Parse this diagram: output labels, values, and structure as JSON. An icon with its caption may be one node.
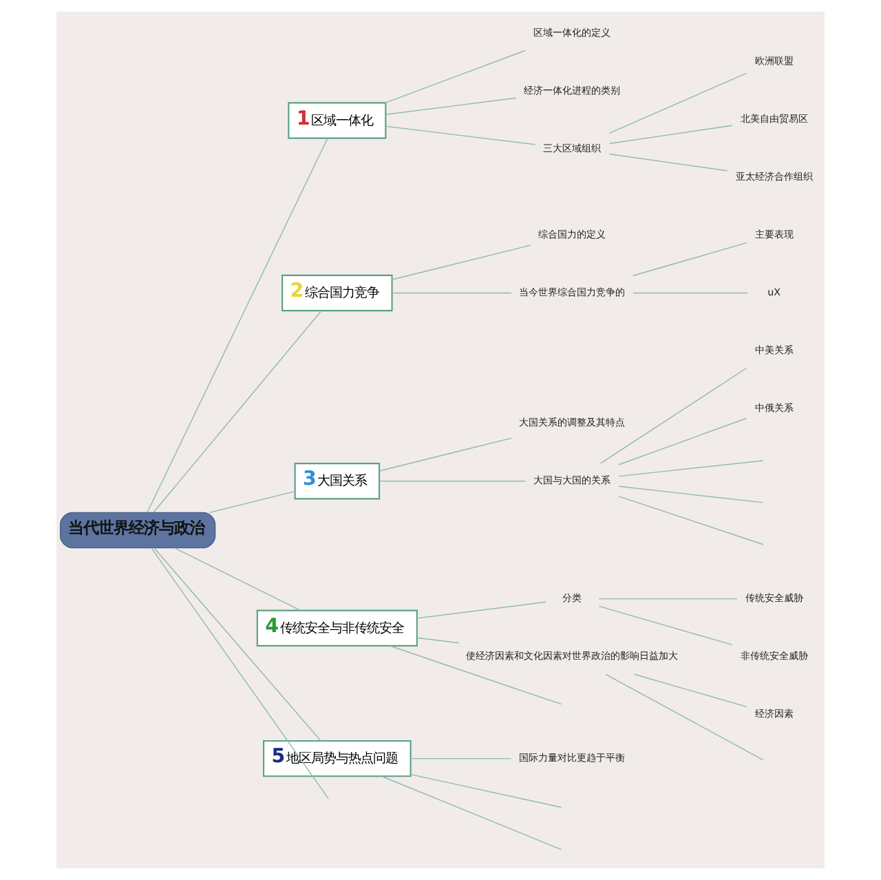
{
  "diagram": {
    "nodes": [
      {
        "text": [
          "当代世界经济与政治"
        ]
      },
      {
        "text": [
          "1",
          "区域一体化"
        ]
      },
      {
        "text": [
          "区域一体化的定义"
        ]
      },
      {
        "text": [
          "经济一体化进程的类别"
        ]
      },
      {
        "text": [
          "三大区域组织"
        ]
      },
      {
        "text": [
          "欧洲联盟"
        ]
      },
      {
        "text": [
          "北美自由贸易区"
        ]
      },
      {
        "text": [
          "亚太经济合作组织"
        ]
      },
      {
        "text": [
          "2",
          "综合国力竞争"
        ]
      },
      {
        "text": [
          "综合国力的定义"
        ]
      },
      {
        "text": [
          "当今世界综合国力竞争的"
        ]
      },
      {
        "text": [
          "主要表现"
        ]
      },
      {
        "text": [
          "uX"
        ]
      },
      {
        "text": [
          "3",
          "大国关系"
        ]
      },
      {
        "text": [
          "大国关系的调整及其特点"
        ]
      },
      {
        "text": [
          "大国与大国的关系"
        ]
      },
      {
        "text": [
          "中美关系"
        ]
      },
      {
        "text": [
          "中俄关系"
        ]
      },
      {
        "text": [
          "4",
          "传统安全与非传统安全"
        ]
      },
      {
        "text": [
          "分类"
        ]
      },
      {
        "text": [
          "传统安全威胁"
        ]
      },
      {
        "text": [
          "非传统安全威胁"
        ]
      },
      {
        "text": [
          "使经济因素和文化因素对世界政治的影响日益加大"
        ]
      },
      {
        "text": [
          "经济因素"
        ]
      },
      {
        "text": [
          "5",
          "地区局势与热点问题"
        ]
      },
      {
        "text": [
          "国际力量对比更趋于平衡"
        ]
      }
    ],
    "edges": [
      {
        "from": 0,
        "to": 1,
        "arrow": "none"
      },
      {
        "from": 1,
        "to": 2,
        "arrow": "none"
      },
      {
        "from": 1,
        "to": 3,
        "arrow": "none"
      },
      {
        "from": 1,
        "to": 4,
        "arrow": "none"
      },
      {
        "from": 4,
        "to": 5,
        "arrow": "none"
      },
      {
        "from": 4,
        "to": 6,
        "arrow": "none"
      },
      {
        "from": 4,
        "to": 7,
        "arrow": "none"
      },
      {
        "from": 0,
        "to": 8,
        "arrow": "none"
      },
      {
        "from": 8,
        "to": 9,
        "arrow": "none"
      },
      {
        "from": 8,
        "to": 10,
        "arrow": "none"
      },
      {
        "from": 10,
        "to": 11,
        "arrow": "none"
      },
      {
        "from": 10,
        "to": 12,
        "arrow": "none"
      },
      {
        "from": 0,
        "to": 13,
        "arrow": "none"
      },
      {
        "from": 13,
        "to": 14,
        "arrow": "none"
      },
      {
        "from": 13,
        "to": 15,
        "arrow": "none"
      },
      {
        "from": 15,
        "to": 16,
        "arrow": "none"
      },
      {
        "from": 15,
        "to": 17,
        "arrow": "none"
      },
      {
        "from": 15,
        "to": null,
        "arrow": "none"
      },
      {
        "from": 15,
        "to": null,
        "arrow": "none"
      },
      {
        "from": 15,
        "to": null,
        "arrow": "none"
      },
      {
        "from": 0,
        "to": 18,
        "arrow": "none"
      },
      {
        "from": 18,
        "to": 19,
        "arrow": "none"
      },
      {
        "from": 19,
        "to": 20,
        "arrow": "none"
      },
      {
        "from": 19,
        "to": 21,
        "arrow": "none"
      },
      {
        "from": 18,
        "to": 22,
        "arrow": "none"
      },
      {
        "from": 22,
        "to": 23,
        "arrow": "none"
      },
      {
        "from": 22,
        "to": null,
        "arrow": "none"
      },
      {
        "from": 18,
        "to": null,
        "arrow": "none"
      },
      {
        "from": 0,
        "to": 24,
        "arrow": "none"
      },
      {
        "from": 24,
        "to": 25,
        "arrow": "none"
      },
      {
        "from": 24,
        "to": null,
        "arrow": "none"
      },
      {
        "from": 24,
        "to": null,
        "arrow": "none"
      },
      {
        "from": 0,
        "to": null,
        "arrow": "none"
      }
    ]
  }
}
